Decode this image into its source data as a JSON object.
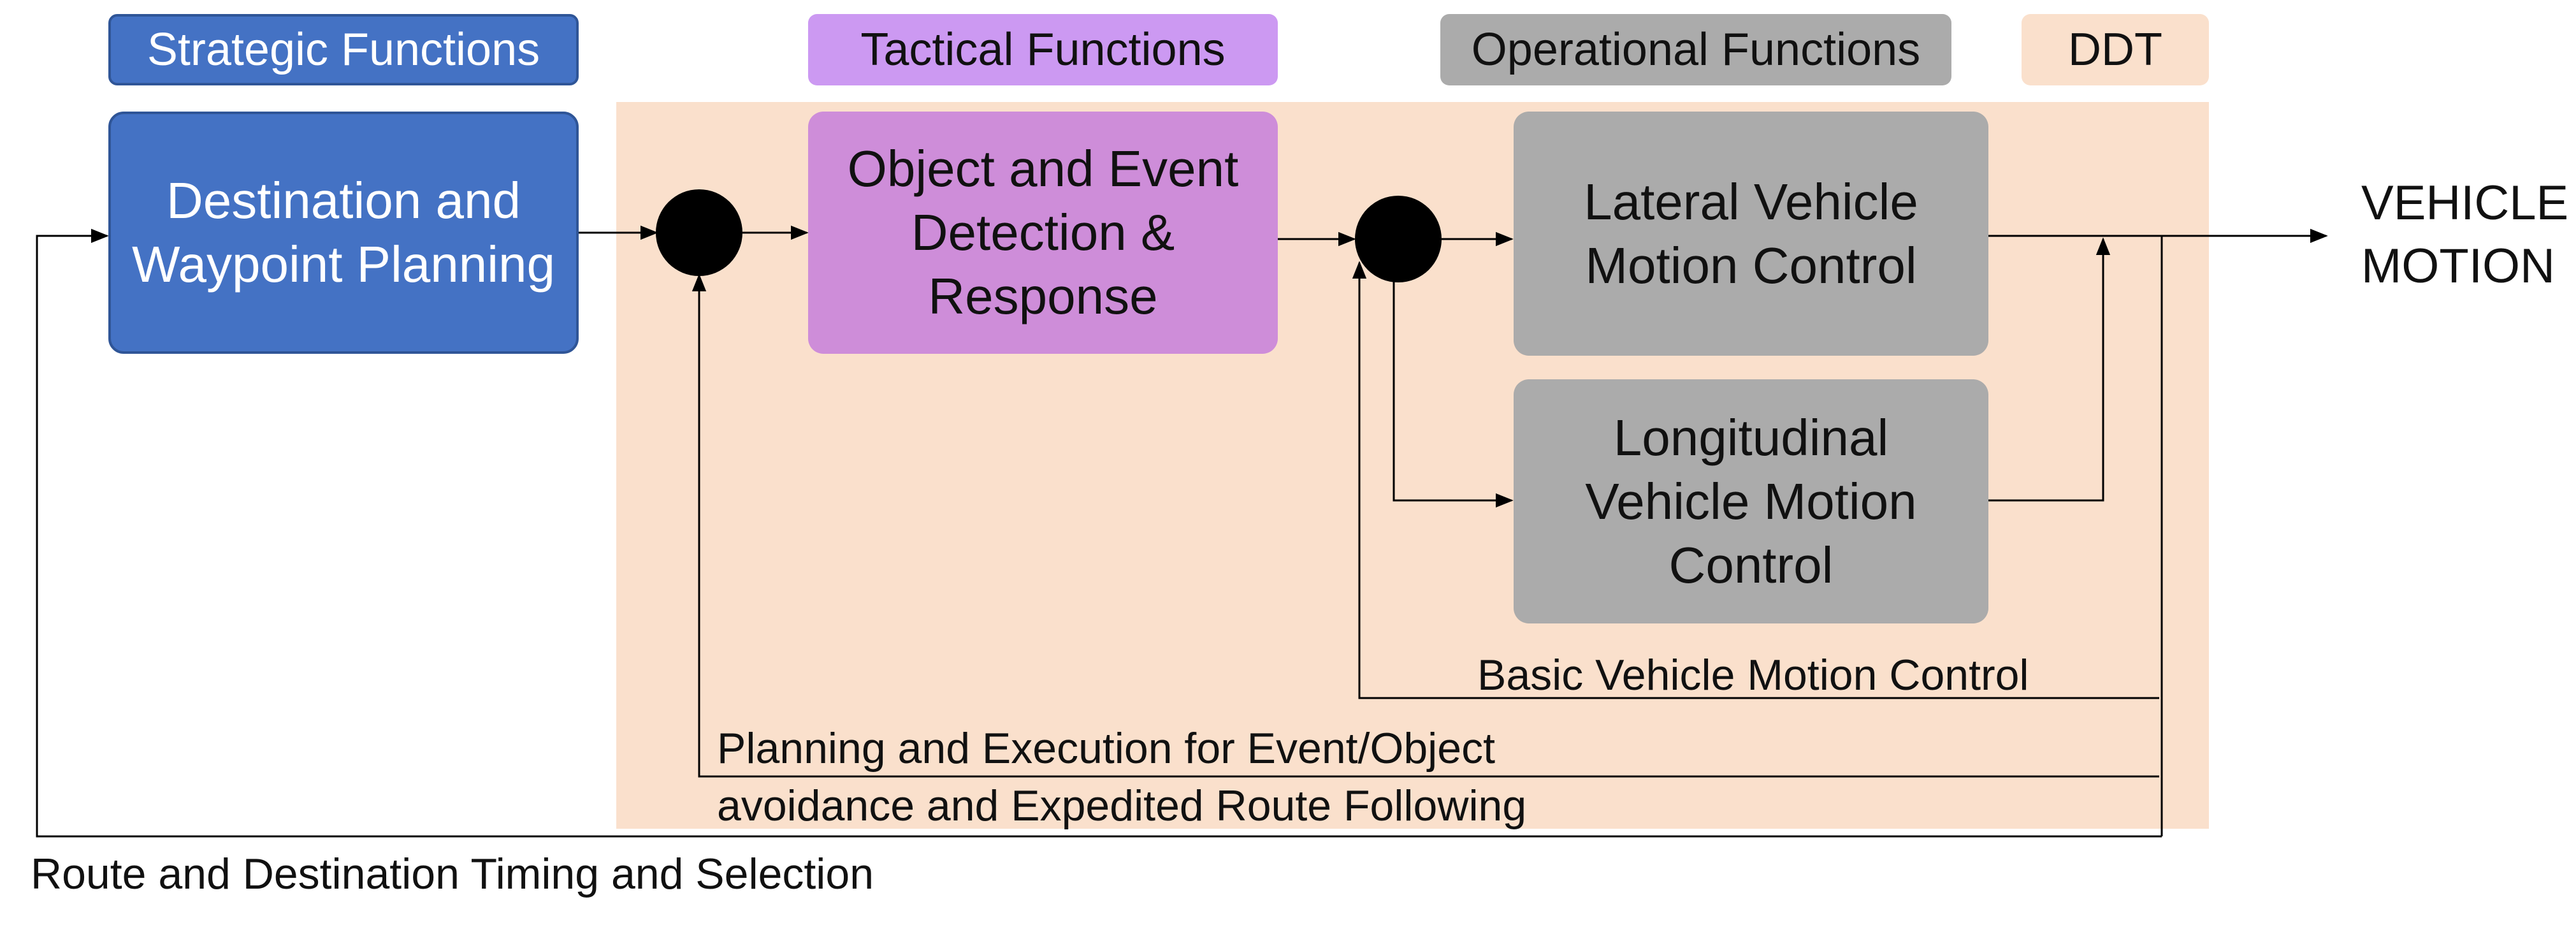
{
  "headers": {
    "strategic": "Strategic Functions",
    "tactical": "Tactical Functions",
    "operational": "Operational Functions",
    "ddt": "DDT"
  },
  "nodes": {
    "destination": "Destination and\nWaypoint Planning",
    "oedr": "Object and Event\nDetection &\nResponse",
    "lateral": "Lateral Vehicle\nMotion Control",
    "longitudinal": "Longitudinal\nVehicle Motion\nControl"
  },
  "output": "VEHICLE\nMOTION",
  "feedback": {
    "basic": "Basic Vehicle Motion Control",
    "planning_line1": "Planning and Execution for Event/Object",
    "planning_line2": "avoidance and Expedited Route Following",
    "route": "Route and Destination Timing and Selection"
  },
  "colors": {
    "strategic": "#4472C4",
    "tactical_header": "#CC99F2",
    "tactical_node": "#CE8DD9",
    "operational": "#ABABAB",
    "ddt_region": "#FAE0CC",
    "line": "#000000"
  }
}
